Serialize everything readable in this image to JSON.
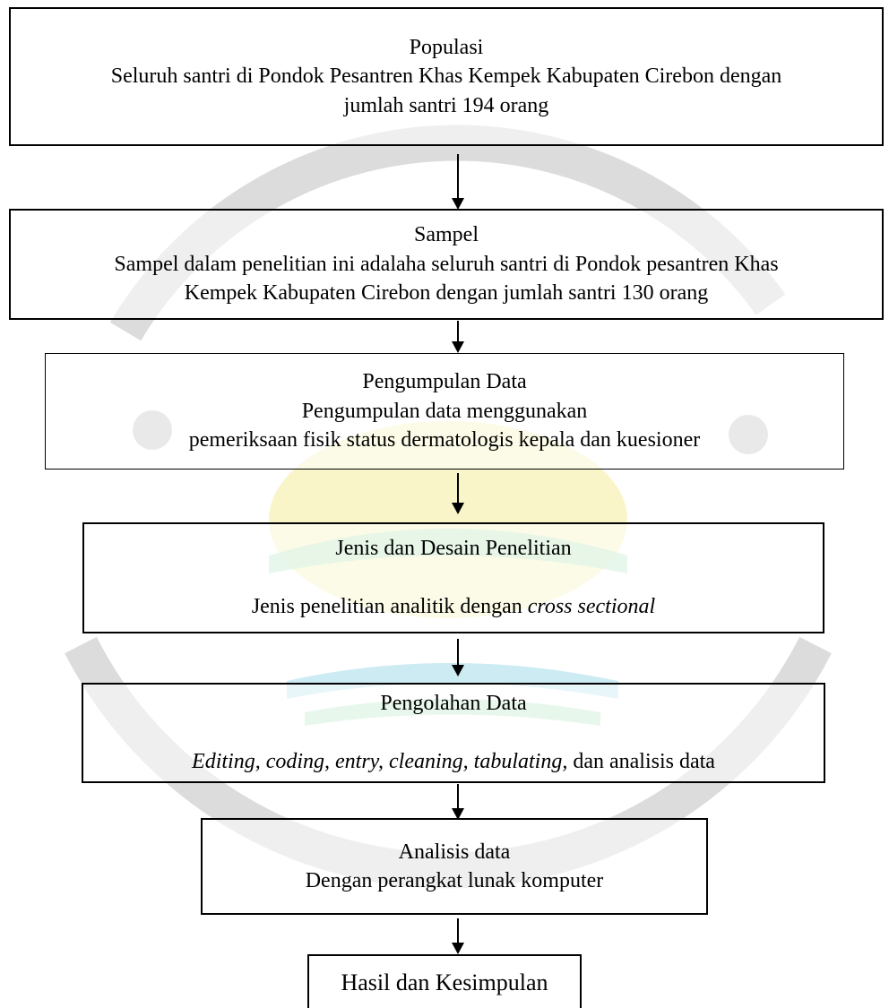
{
  "boxes": {
    "populasi": {
      "title": "Populasi",
      "body": "Seluruh santri di Pondok Pesantren Khas Kempek Kabupaten Cirebon dengan\njumlah santri 194 orang"
    },
    "sampel": {
      "title": "Sampel",
      "body": "Sampel dalam penelitian ini adalaha seluruh santri di Pondok pesantren Khas\nKempek Kabupaten Cirebon dengan jumlah santri 130 orang"
    },
    "pengumpulan": {
      "title": "Pengumpulan Data",
      "body": "Pengumpulan data menggunakan\npemeriksaan fisik status dermatologis kepala dan kuesioner"
    },
    "jenis": {
      "title": "Jenis dan Desain Penelitian",
      "body_prefix": "Jenis penelitian analitik dengan ",
      "body_italic": "cross sectional"
    },
    "pengolahan": {
      "title": "Pengolahan Data",
      "body_italic": "Editing, coding, entry, cleaning, tabulating,",
      "body_suffix": " dan analisis data"
    },
    "analisis": {
      "title": "Analisis data",
      "body": "Dengan perangkat lunak komputer"
    },
    "hasil": {
      "title": "Hasil dan Kesimpulan"
    }
  },
  "colors": {
    "watermark_gray": "#cfcfcf",
    "watermark_yellow": "#f4ec9c",
    "watermark_green": "#bfe8c9",
    "watermark_cyan": "#bfe6f0"
  }
}
